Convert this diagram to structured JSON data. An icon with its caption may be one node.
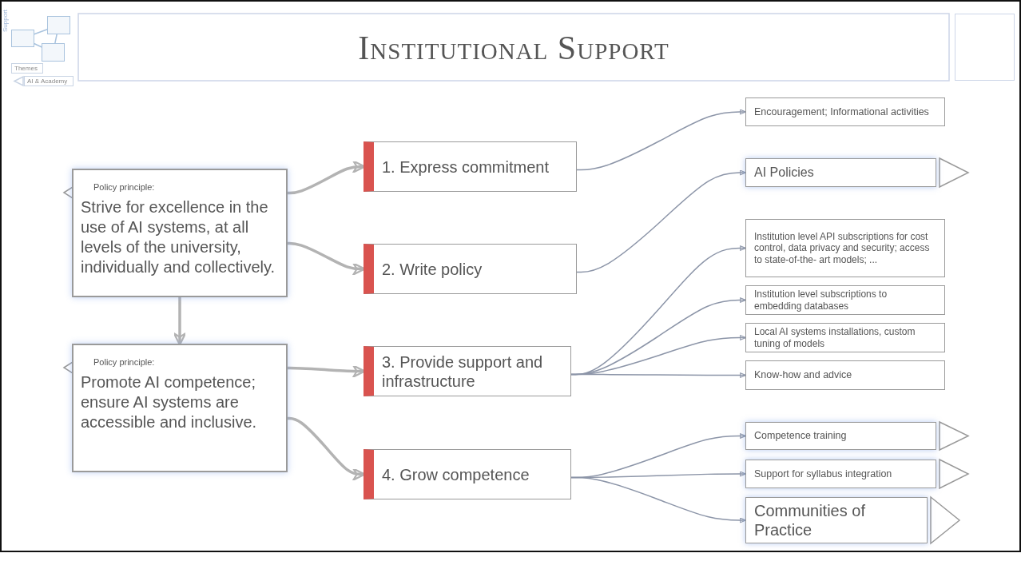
{
  "diagram": {
    "title": "Institutional Support",
    "nodes": [
      {
        "text": [],
        "shape": "box"
      },
      {
        "text": [],
        "shape": "box"
      },
      {
        "text": [],
        "shape": "box"
      },
      {
        "text": [
          "Themes"
        ]
      },
      {
        "text": [
          "AI & Academy"
        ]
      },
      {
        "text": [],
        "shape": "box"
      },
      {
        "text": [
          "Policy principle:",
          "Strive for excellence in the use of AI systems, at all levels of the university, individually and collectively."
        ]
      },
      {
        "text": [
          "Policy principle:",
          "Promote AI competence; ensure AI systems are accessible and inclusive."
        ]
      },
      {
        "text": [
          "1. Express commitment"
        ]
      },
      {
        "text": [
          "2. Write policy"
        ]
      },
      {
        "text": [
          "3. Provide support and infrastructure"
        ]
      },
      {
        "text": [
          "4. Grow competence"
        ]
      },
      {
        "text": [
          "Encouragement; Informational activities"
        ]
      },
      {
        "text": [
          "AI Policies"
        ]
      },
      {
        "text": [
          "Institution level API subscriptions for cost control, data privacy and security; access to state-of-the- art models; ..."
        ]
      },
      {
        "text": [
          "Institution level subscriptions to embedding databases"
        ]
      },
      {
        "text": [
          "Local AI systems installations, custom tuning of models"
        ]
      },
      {
        "text": [
          "Know-how and advice"
        ]
      },
      {
        "text": [
          "Competence training"
        ]
      },
      {
        "text": [
          "Support for syllabus integration"
        ]
      },
      {
        "text": [
          "Communities of Practice"
        ]
      }
    ],
    "edges": [
      {
        "from": 0,
        "to": 1,
        "arrow": "none",
        "color": "#a9c3de"
      },
      {
        "from": 1,
        "to": 2,
        "arrow": "none",
        "color": "#a9c3de"
      },
      {
        "from": 0,
        "to": 2,
        "arrow": "none",
        "color": "#a9c3de"
      },
      {
        "from": 6,
        "to": 7,
        "arrow": "to",
        "style": "thick",
        "color": "#b3b3b3"
      },
      {
        "from": 6,
        "to": 8,
        "arrow": "to",
        "style": "thick",
        "color": "#b3b3b3"
      },
      {
        "from": 6,
        "to": 9,
        "arrow": "to",
        "style": "thick",
        "color": "#b3b3b3"
      },
      {
        "from": 7,
        "to": 10,
        "arrow": "to",
        "style": "thick",
        "color": "#b3b3b3"
      },
      {
        "from": 7,
        "to": 11,
        "arrow": "to",
        "style": "thick",
        "color": "#b3b3b3"
      },
      {
        "from": 8,
        "to": 12,
        "arrow": "to"
      },
      {
        "from": 9,
        "to": 13,
        "arrow": "to"
      },
      {
        "from": 10,
        "to": 14,
        "arrow": "to"
      },
      {
        "from": 10,
        "to": 15,
        "arrow": "to"
      },
      {
        "from": 10,
        "to": 16,
        "arrow": "to"
      },
      {
        "from": 10,
        "to": 17,
        "arrow": "to"
      },
      {
        "from": 11,
        "to": 18,
        "arrow": "to"
      },
      {
        "from": 11,
        "to": 19,
        "arrow": "to"
      },
      {
        "from": 11,
        "to": 20,
        "arrow": "to"
      }
    ],
    "labels": [
      "Support"
    ]
  }
}
